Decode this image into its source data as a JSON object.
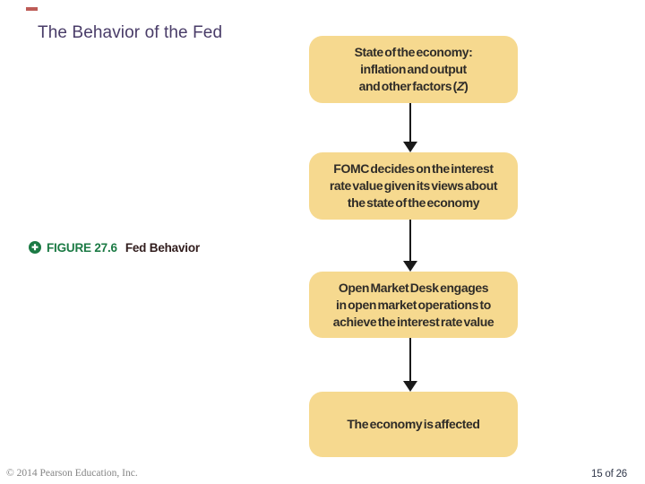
{
  "slide": {
    "title": "The Behavior of the Fed",
    "footer_left": "© 2014 Pearson Education, Inc.",
    "footer_right": "15 of 26"
  },
  "figure_caption": {
    "icon": "circled-plus-icon",
    "icon_glyph": "✚",
    "label": "FIGURE 27.6",
    "title": "Fed Behavior"
  },
  "flowchart": {
    "boxes": [
      {
        "name": "state-of-economy",
        "lines": [
          "State of the economy:",
          "inflation and output"
        ],
        "line3_pre": "and other factors (",
        "line3_italic": "Z",
        "line3_post": ")"
      },
      {
        "name": "fomc-decides",
        "lines": [
          "FOMC decides on the interest",
          "rate value given its views about",
          "the state of the economy"
        ]
      },
      {
        "name": "open-market-desk",
        "lines": [
          "Open Market Desk engages",
          "in open market operations to",
          "achieve the interest rate value"
        ]
      },
      {
        "name": "economy-affected",
        "lines": [
          "The economy is affected"
        ]
      }
    ]
  },
  "colors": {
    "box_fill": "#f6d98f",
    "box_text": "#2f2c28",
    "title_text": "#493c68",
    "figure_label_green": "#1b7a44",
    "figure_title_text": "#311d1d",
    "footer_gray": "#858585",
    "page_number_text": "#30374a",
    "arrow_black": "#1a1a1a",
    "accent_red": "#b2403a"
  }
}
